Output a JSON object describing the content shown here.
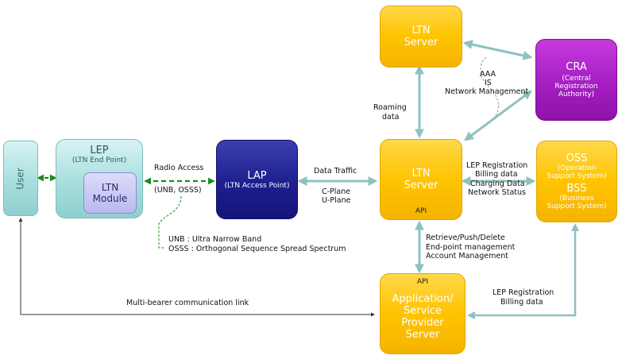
{
  "colors": {
    "server": "#ffc400",
    "lap": "#1f1f8e",
    "cra": "#a51ec2",
    "endpoint": "#a8dede",
    "arrow_teal": "#8fc1c1",
    "arrow_green": "#1a8c1a",
    "arrow_dark": "#333333"
  },
  "nodes": {
    "user": {
      "label": "User"
    },
    "lep": {
      "title": "LEP",
      "subtitle": "(LTN End Point)"
    },
    "ltn_module": {
      "line1": "LTN",
      "line2": "Module"
    },
    "lap": {
      "title": "LAP",
      "subtitle": "(LTN Access Point)"
    },
    "ltn_server_top": {
      "line1": "LTN",
      "line2": "Server"
    },
    "cra": {
      "title": "CRA",
      "sub1": "(Central",
      "sub2": "Registration",
      "sub3": "Authority)"
    },
    "ltn_server_mid": {
      "line1": "LTN",
      "line2": "Server",
      "api": "API"
    },
    "oss_bss": {
      "oss": "OSS",
      "oss_sub1": "(Operation",
      "oss_sub2": "Support System)",
      "bss": "BSS",
      "bss_sub1": "(Business",
      "bss_sub2": "Support System)"
    },
    "app_server": {
      "api": "API",
      "line1": "Application/",
      "line2": "Service",
      "line3": "Provider",
      "line4": "Server"
    }
  },
  "labels": {
    "radio_access": "Radio Access",
    "unb_osss": "(UNB, OSSS)",
    "unb_def": "UNB : Ultra Narrow Band",
    "osss_def": "OSSS : Orthogonal Sequence Spread Spectrum",
    "data_traffic": "Data Traffic",
    "c_plane": "C-Plane",
    "u_plane": "U-Plane",
    "roaming1": "Roaming",
    "roaming2": "data",
    "aaa": "AAA",
    "is": "IS",
    "netmgmt": "Network Management",
    "lep_reg": "LEP Registration",
    "billing": "Billing data",
    "charging": "Charging Data",
    "netstatus": "Network Status",
    "retrieve": "Retrieve/Push/Delete",
    "endpoint_mgmt": "End-point management",
    "account_mgmt": "Account Management",
    "lep_reg2": "LEP Registration",
    "billing2": "Billing data",
    "multibearer": "Multi-bearer communication link"
  }
}
